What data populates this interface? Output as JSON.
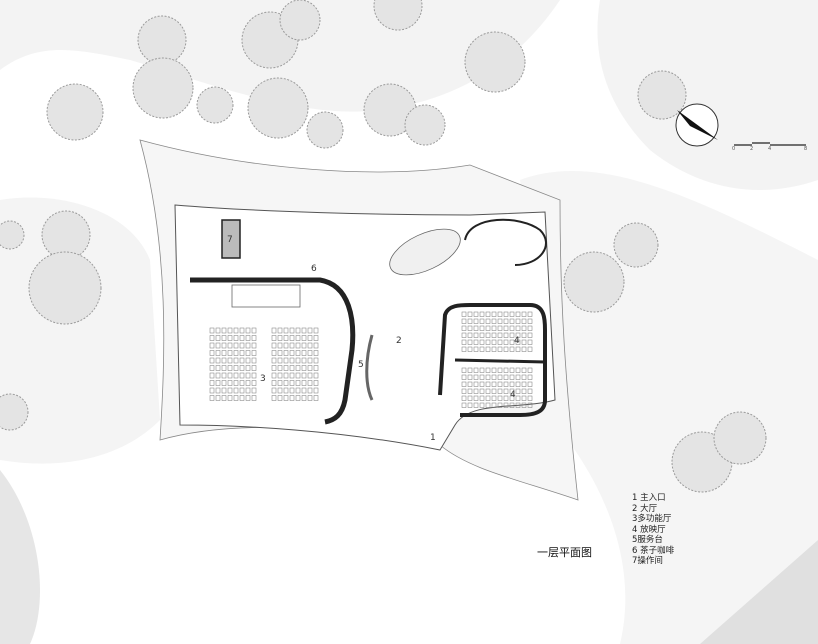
{
  "drawing_title": "一层平面图",
  "legend": [
    "1 主入口",
    "2 大厅",
    "3多功能厅",
    "4 放映厅",
    "5服务台",
    "6 茶子咖啡",
    "7操作间"
  ],
  "room_numbers": [
    "1",
    "2",
    "3",
    "4",
    "4",
    "5",
    "6",
    "7"
  ],
  "scale_bar": {
    "ticks": [
      "0",
      "2",
      "4",
      "8"
    ]
  },
  "colors": {
    "ground": "#f2f2f2",
    "wall": "#222222",
    "tree": "#9a9a9a",
    "paper": "#ffffff"
  }
}
